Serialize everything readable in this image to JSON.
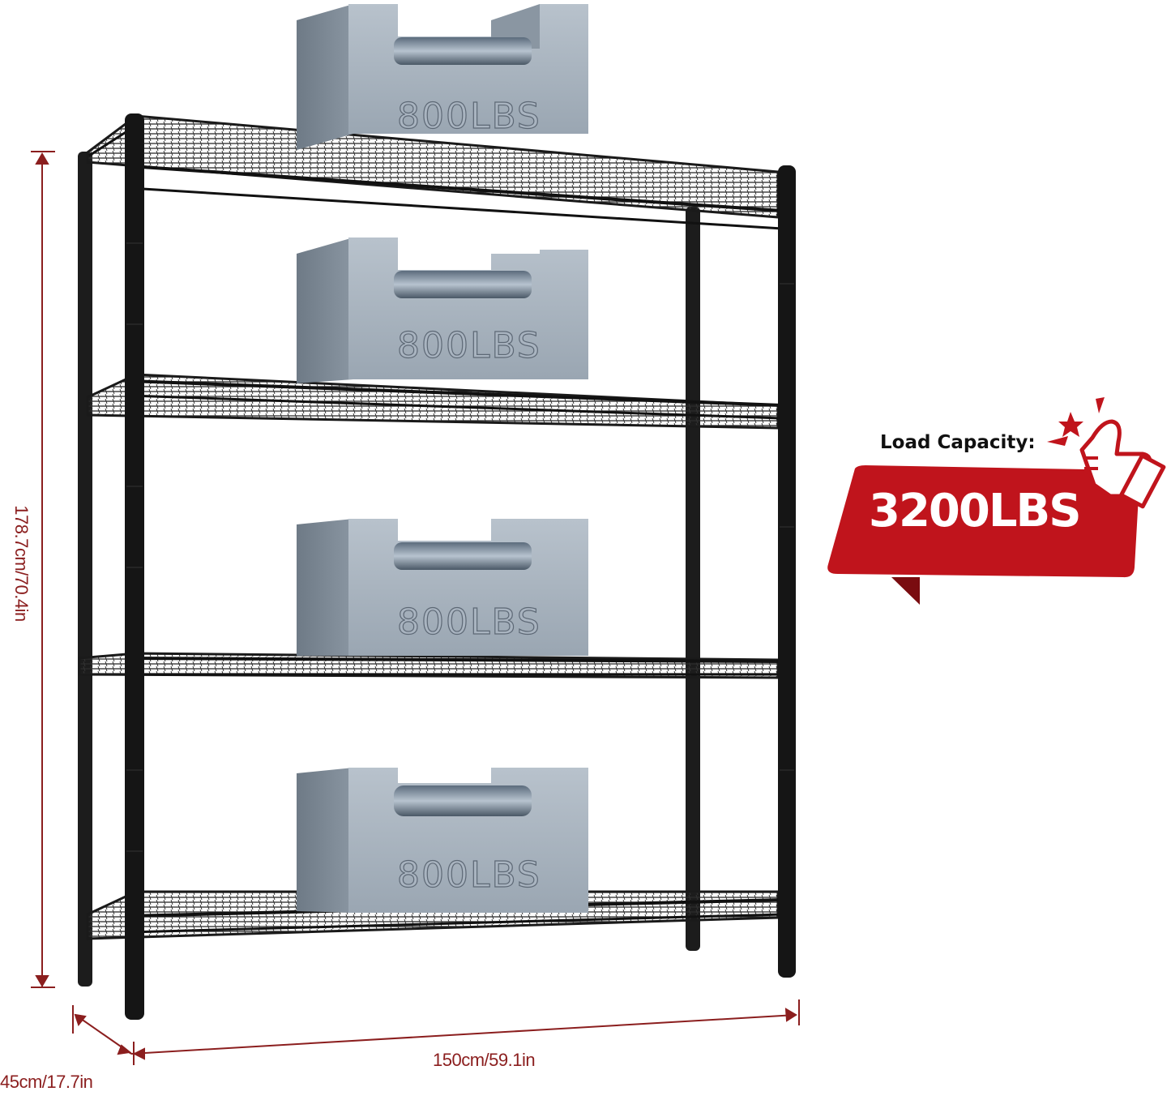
{
  "product": {
    "type": "4-tier wire shelving unit",
    "color": "#1a1a1a",
    "shelf_count": 4
  },
  "dimensions": {
    "height": "178.7cm/70.4in",
    "width": "150cm/59.1in",
    "depth": "45cm/17.7in",
    "line_color": "#8b1e1e"
  },
  "weights": [
    {
      "label": "800LBS",
      "shelf": 1
    },
    {
      "label": "800LBS",
      "shelf": 2
    },
    {
      "label": "800LBS",
      "shelf": 3
    },
    {
      "label": "800LBS",
      "shelf": 4
    }
  ],
  "badge": {
    "title": "Load Capacity:",
    "value": "3200LBS",
    "color": "#c0141c",
    "icon": "thumbs-up-icon"
  }
}
